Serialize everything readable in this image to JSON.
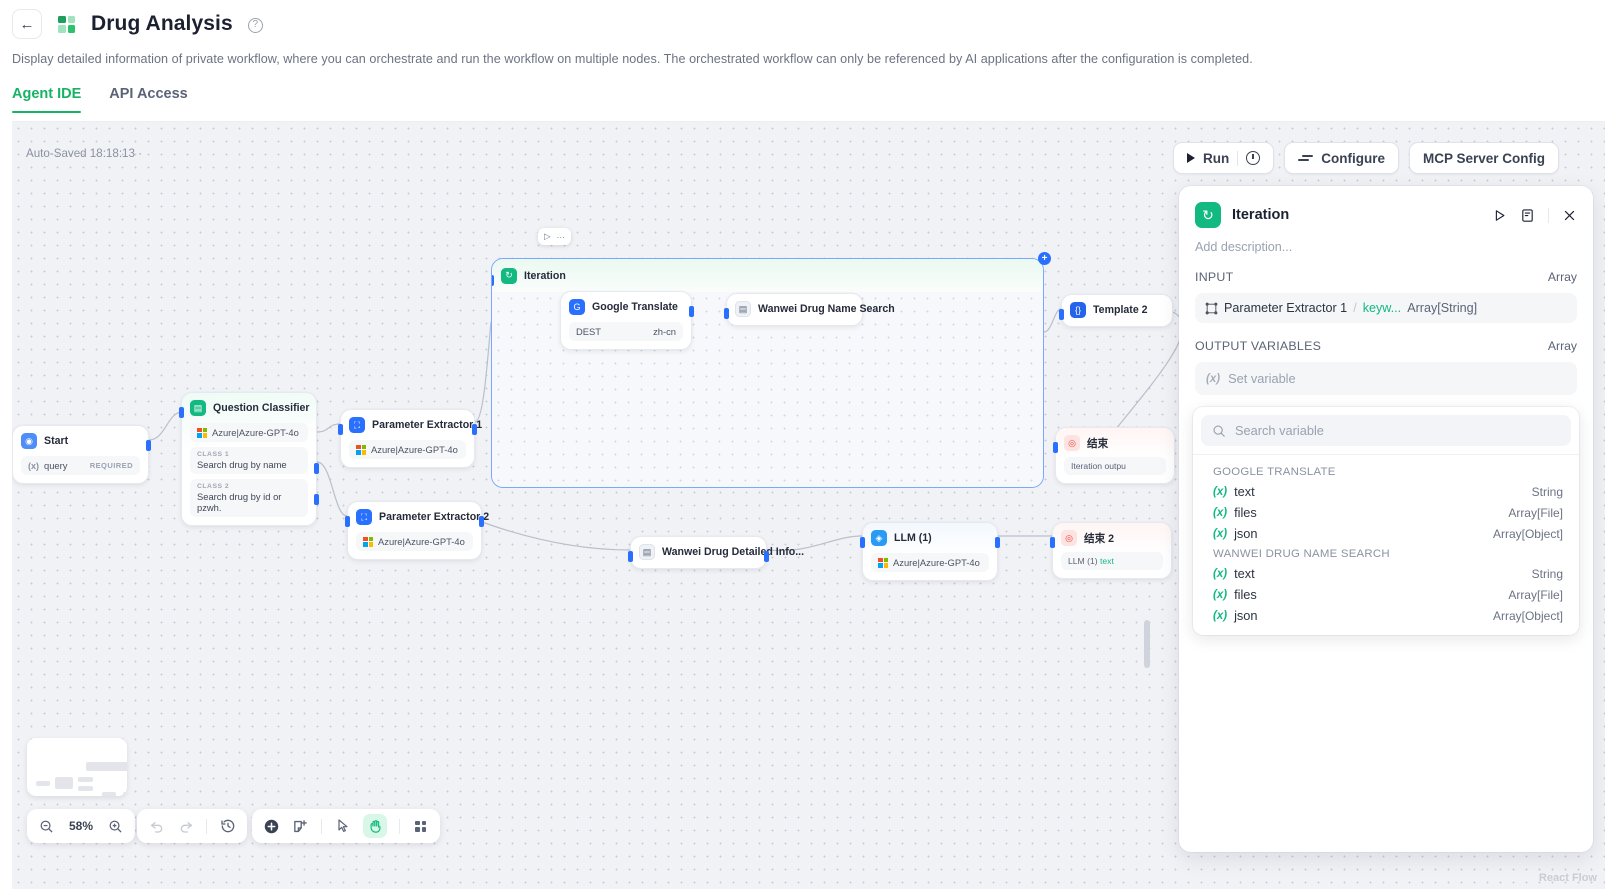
{
  "header": {
    "back_icon": "arrow-left-icon",
    "app_icon": "grid-app-icon",
    "title": "Drug Analysis",
    "help_icon": "question-mark-icon",
    "subtitle": "Display detailed information of private workflow, where you can orchestrate and run the workflow on multiple nodes. The orchestrated workflow can only be referenced by AI applications after the configuration is completed.",
    "tabs": [
      {
        "label": "Agent IDE",
        "active": true
      },
      {
        "label": "API Access",
        "active": false
      }
    ]
  },
  "canvas": {
    "autosave": "Auto-Saved 18:18:13 ·",
    "watermark": "React Flow",
    "actions": {
      "run_label": "Run",
      "configure_label": "Configure",
      "mcp_label": "MCP Server Config"
    },
    "zoombar": {
      "level": "58%"
    },
    "nodes": {
      "start": {
        "title": "Start",
        "var_label": "query",
        "var_flag": "REQUIRED",
        "var_icon": "variable-x-icon"
      },
      "question_classifier": {
        "title": "Question Classifier",
        "model": "Azure|Azure-GPT-4o",
        "class1_key": "CLASS 1",
        "class1_value": "Search drug by name",
        "class2_key": "CLASS 2",
        "class2_value": "Search drug by id or pzwh."
      },
      "parameter_extractor_1": {
        "title": "Parameter Extractor 1",
        "model": "Azure|Azure-GPT-4o"
      },
      "parameter_extractor_2": {
        "title": "Parameter Extractor 2",
        "model": "Azure|Azure-GPT-4o"
      },
      "iteration": {
        "title": "Iteration"
      },
      "google_translate": {
        "title": "Google Translate",
        "param_key": "DEST",
        "param_value": "zh-cn"
      },
      "wanwei_drug_name_search": {
        "title": "Wanwei Drug Name Search"
      },
      "template_2": {
        "title": "Template 2"
      },
      "end_1": {
        "title": "结束",
        "row": "Iteration outpu"
      },
      "end_2": {
        "title": "结束 2",
        "row_node": "LLM (1)",
        "row_var": "text"
      },
      "wanwei_drug_detailed_info": {
        "title": "Wanwei Drug Detailed Info..."
      },
      "llm_1": {
        "title": "LLM (1)",
        "model": "Azure|Azure-GPT-4o"
      }
    }
  },
  "panel": {
    "icon": "iteration-loop-icon",
    "title": "Iteration",
    "run_icon": "play-icon",
    "doc_icon": "document-icon",
    "close_icon": "close-icon",
    "description_placeholder": "Add description...",
    "input": {
      "label": "INPUT",
      "type": "Array",
      "node_icon": "parameter-extractor-icon",
      "node": "Parameter Extractor 1",
      "separator": "/",
      "variable": "keyw...",
      "var_type": "Array[String]"
    },
    "output": {
      "label": "OUTPUT VARIABLES",
      "type": "Array",
      "set_variable_placeholder": "Set variable",
      "var_icon": "variable-x-icon",
      "search_placeholder": "Search variable",
      "search_icon": "search-icon",
      "groups": [
        {
          "name": "GOOGLE TRANSLATE",
          "items": [
            {
              "name": "text",
              "type": "String"
            },
            {
              "name": "files",
              "type": "Array[File]"
            },
            {
              "name": "json",
              "type": "Array[Object]"
            }
          ]
        },
        {
          "name": "WANWEI DRUG NAME SEARCH",
          "items": [
            {
              "name": "text",
              "type": "String"
            },
            {
              "name": "files",
              "type": "Array[File]"
            },
            {
              "name": "json",
              "type": "Array[Object]"
            }
          ]
        }
      ]
    }
  },
  "colors": {
    "accent": "#16b364",
    "blue": "#2970ff",
    "red": "#f04438"
  }
}
